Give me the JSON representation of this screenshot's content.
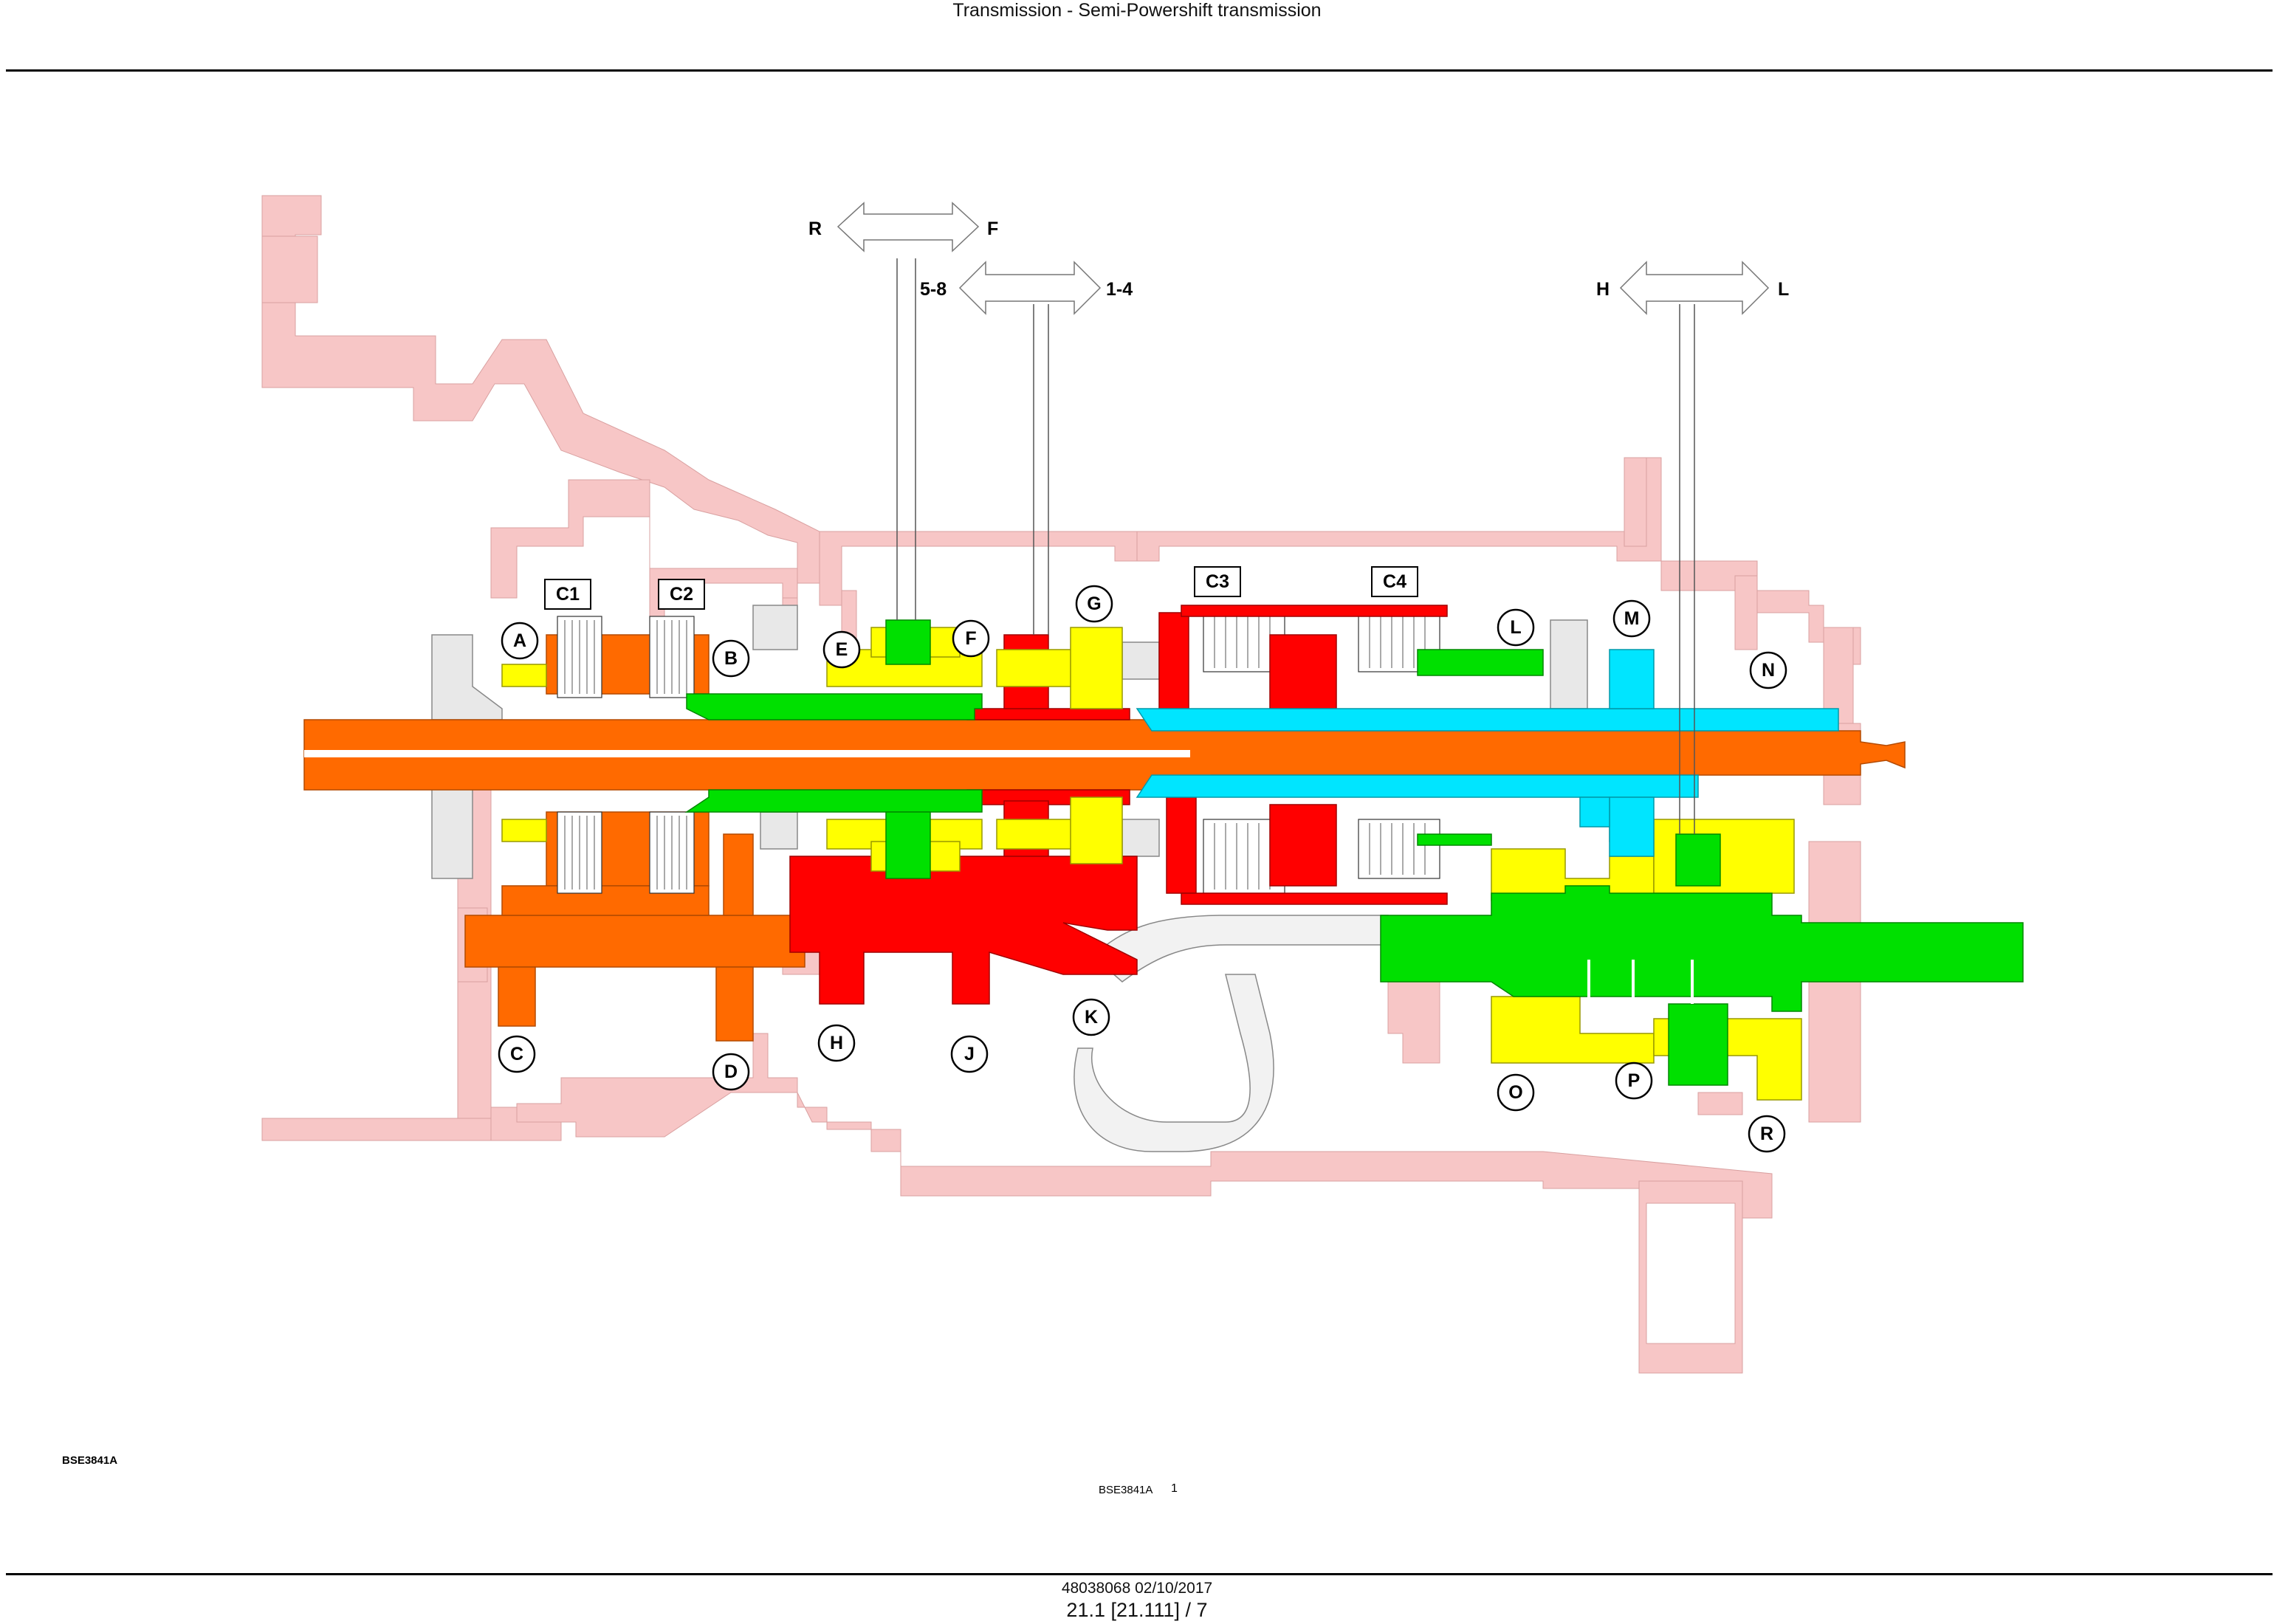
{
  "header": {
    "title": "Transmission - Semi-Powershift transmission"
  },
  "figure": {
    "code_left": "BSE3841A",
    "code_center": "BSE3841A",
    "number": "1"
  },
  "footer": {
    "doc_ref": "48038068 02/10/2017",
    "page_ref": "21.1 [21.111] / 7"
  },
  "shift_arrows": {
    "reverse_forward": {
      "left": "R",
      "right": "F"
    },
    "range_select": {
      "left": "5-8",
      "right": "1-4"
    },
    "high_low": {
      "left": "H",
      "right": "L"
    }
  },
  "clutch_labels": [
    "C1",
    "C2",
    "C3",
    "C4"
  ],
  "callouts": [
    "A",
    "B",
    "C",
    "D",
    "E",
    "F",
    "G",
    "H",
    "J",
    "K",
    "L",
    "M",
    "N",
    "O",
    "P",
    "R"
  ],
  "colors": {
    "housing": "#f7c6c6",
    "input_shaft": "#ff6a00",
    "forward_gears": "#ff0000",
    "yellow_gears": "#ffff00",
    "green_shaft": "#00e000",
    "cyan_shaft": "#00e5ff",
    "grey_parts": "#e8e8e8"
  }
}
